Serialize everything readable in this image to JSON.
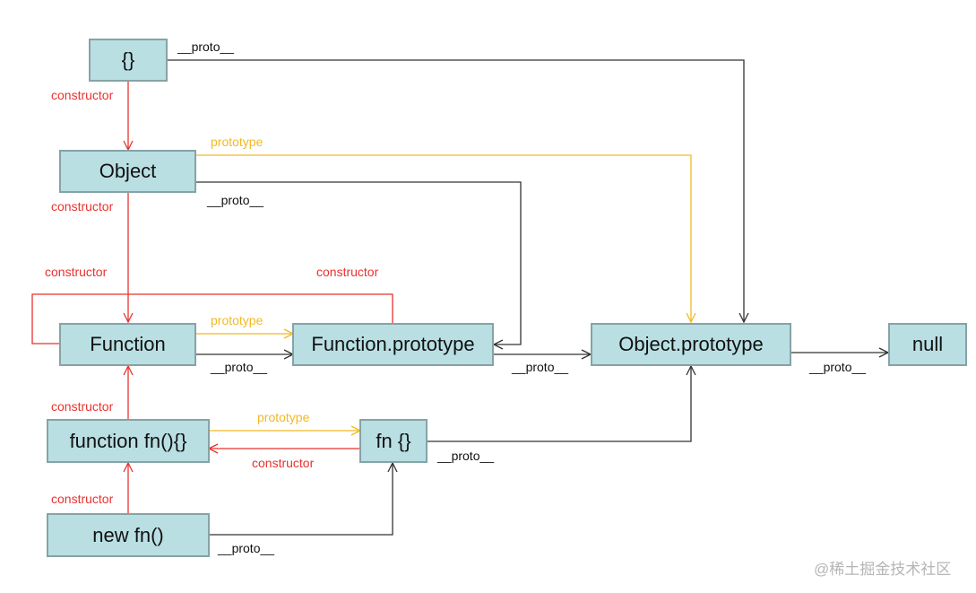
{
  "colors": {
    "constructor": "#e8322f",
    "prototype": "#f2b924",
    "proto": "#333333",
    "node_fill": "#b9dfe3",
    "node_border": "#86a3a6"
  },
  "nodes": {
    "empty_obj": "{}",
    "object": "Object",
    "function": "Function",
    "function_prototype": "Function.prototype",
    "object_prototype": "Object.prototype",
    "null": "null",
    "function_fn": "function fn(){}",
    "fn_obj": "fn {}",
    "new_fn": "new fn()"
  },
  "labels": {
    "proto_emptyobj": "__proto__",
    "constructor_emptyobj": "constructor",
    "prototype_object": "prototype",
    "proto_object": "__proto__",
    "constructor_object": "constructor",
    "constructor_function_self": "constructor",
    "constructor_funcproto": "constructor",
    "prototype_function": "prototype",
    "proto_function": "__proto__",
    "proto_funcproto": "__proto__",
    "proto_objproto": "__proto__",
    "constructor_fn": "constructor",
    "prototype_fn": "prototype",
    "constructor_fnobj": "constructor",
    "proto_fnobj": "__proto__",
    "constructor_newfn": "constructor",
    "proto_newfn": "__proto__"
  },
  "watermark": "@稀土掘金技术社区"
}
